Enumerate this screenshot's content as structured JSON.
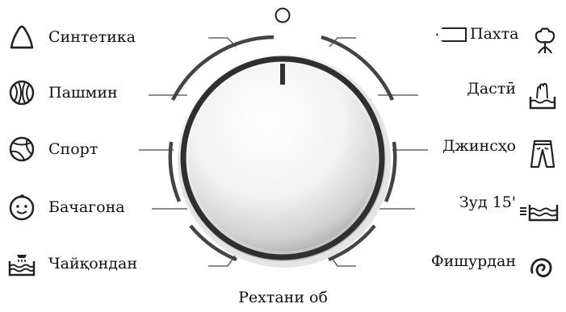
{
  "dial": {
    "bottom_label": "Рехтани об"
  },
  "programs_left": [
    {
      "label": "Синтетика",
      "icon": "synthetics-icon"
    },
    {
      "label": "Пашмин",
      "icon": "wool-icon"
    },
    {
      "label": "Спорт",
      "icon": "sport-icon"
    },
    {
      "label": "Бачагона",
      "icon": "baby-icon"
    },
    {
      "label": "Чайқондан",
      "icon": "rinse-icon"
    }
  ],
  "programs_right": [
    {
      "label": "Пахта",
      "icon": "cotton-icon"
    },
    {
      "label": "Дастӣ",
      "icon": "hand-wash-icon"
    },
    {
      "label": "Джинсҳо",
      "icon": "jeans-icon"
    },
    {
      "label": "Зуд 15'",
      "icon": "quick-wash-icon"
    },
    {
      "label": "Фишурдан",
      "icon": "spin-icon"
    }
  ],
  "colors": {
    "ring": "#3a3a3a",
    "knob_light": "#ffffff",
    "knob_dark": "#bdbdbd",
    "lines": "#555555"
  }
}
